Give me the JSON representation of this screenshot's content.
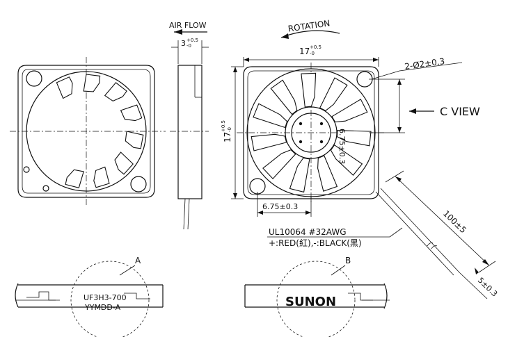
{
  "labels": {
    "air_flow": "AIR FLOW",
    "rotation": "ROTATION",
    "thickness_base": "3",
    "thickness_tol_upper": "+0.5",
    "thickness_tol_lower": "-0",
    "width_base": "17",
    "width_tol_upper": "+0.5",
    "width_tol_lower": "-0",
    "height_base": "17",
    "height_tol_upper": "+0.5",
    "height_tol_lower": "-0",
    "mount_holes": "2-Ø2±0.3",
    "hole_offset_vertical": "6.75±0.3",
    "hole_offset_horizontal": "6.75±0.3",
    "c_view": "C VIEW",
    "lead_length": "100±5",
    "lead_strip": "5±0.3",
    "wire_spec": "UL10064  #32AWG",
    "wire_colors": "+:RED(紅),-:BLACK(黑)",
    "detail_a": "A",
    "detail_b": "B",
    "label_a_line1": "UF3H3-700",
    "label_a_line2": "YYMDD-A",
    "label_b_brand": "SUNON"
  },
  "colors": {
    "line": "#111111",
    "background": "#ffffff"
  }
}
